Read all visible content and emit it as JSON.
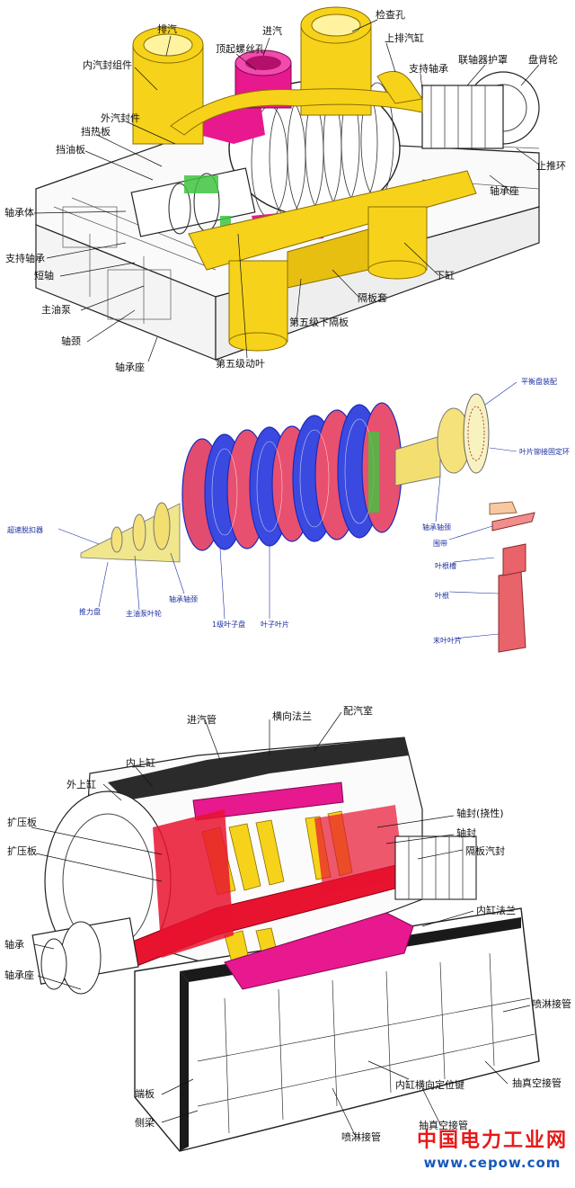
{
  "diagram1": {
    "labels": [
      "排汽",
      "进汽",
      "检查孔",
      "上排汽缸",
      "顶起螺丝孔",
      "内汽封组件",
      "支持轴承",
      "联轴器护罩",
      "盘背轮",
      "外汽封件",
      "挡热板",
      "挡油板",
      "轴承体",
      "止推环",
      "轴承座",
      "支持轴承",
      "短轴",
      "主油泵",
      "轴颈",
      "下缸",
      "隔板套",
      "第五级下隔板",
      "轴承座",
      "第五级动叶"
    ]
  },
  "diagram2": {
    "labels": [
      "平衡盘装配",
      "叶片铆接固定环",
      "超速脱扣器",
      "推力盘",
      "主油泵叶轮",
      "轴承轴颈",
      "1级叶子盘",
      "叶子叶片",
      "轴承轴颈",
      "围带",
      "叶根槽",
      "叶根",
      "末叶叶片"
    ]
  },
  "diagram3": {
    "labels": [
      "进汽管",
      "横向法兰",
      "配汽室",
      "内上缸",
      "外上缸",
      "扩压板",
      "扩压板",
      "轴封(挠性)",
      "轴封",
      "隔板汽封",
      "内缸法兰",
      "轴承",
      "轴承座",
      "喷淋接管",
      "端板",
      "侧梁",
      "内缸横向定位键",
      "抽真空接管",
      "抽真空接管",
      "喷淋接管"
    ]
  },
  "watermark": {
    "title": "中国电力工业网",
    "url": "www.cepow.com"
  },
  "colors": {
    "yellow": "#f6d31a",
    "magenta": "#e8188f",
    "red": "#e8132f",
    "blue": "#2438d8",
    "green": "#3fc43f"
  }
}
